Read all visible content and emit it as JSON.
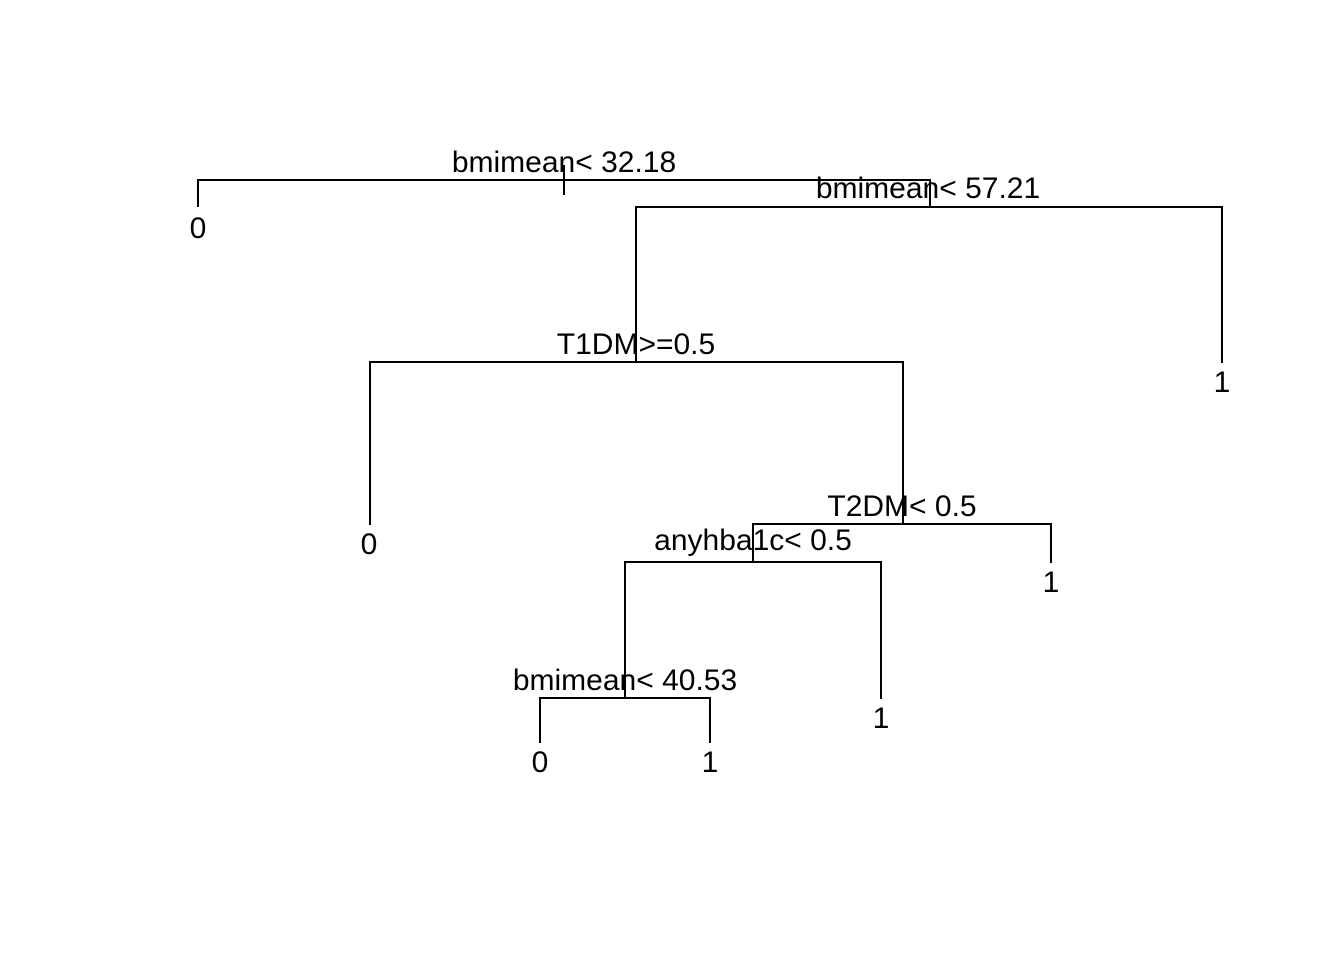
{
  "tree": {
    "splits": [
      {
        "id": "n1",
        "label": "bmimean< 32.18"
      },
      {
        "id": "n3",
        "label": "bmimean< 57.21"
      },
      {
        "id": "n6",
        "label": "T1DM>=0.5"
      },
      {
        "id": "n13",
        "label": "T2DM< 0.5"
      },
      {
        "id": "n26",
        "label": "anyhba1c< 0.5"
      },
      {
        "id": "n52",
        "label": "bmimean< 40.53"
      }
    ],
    "leaves": [
      {
        "id": "n2",
        "label": "0"
      },
      {
        "id": "n7",
        "label": "1"
      },
      {
        "id": "n12",
        "label": "0"
      },
      {
        "id": "n27",
        "label": "1"
      },
      {
        "id": "n53",
        "label": "1"
      },
      {
        "id": "n104",
        "label": "0"
      },
      {
        "id": "n105",
        "label": "1"
      }
    ]
  }
}
